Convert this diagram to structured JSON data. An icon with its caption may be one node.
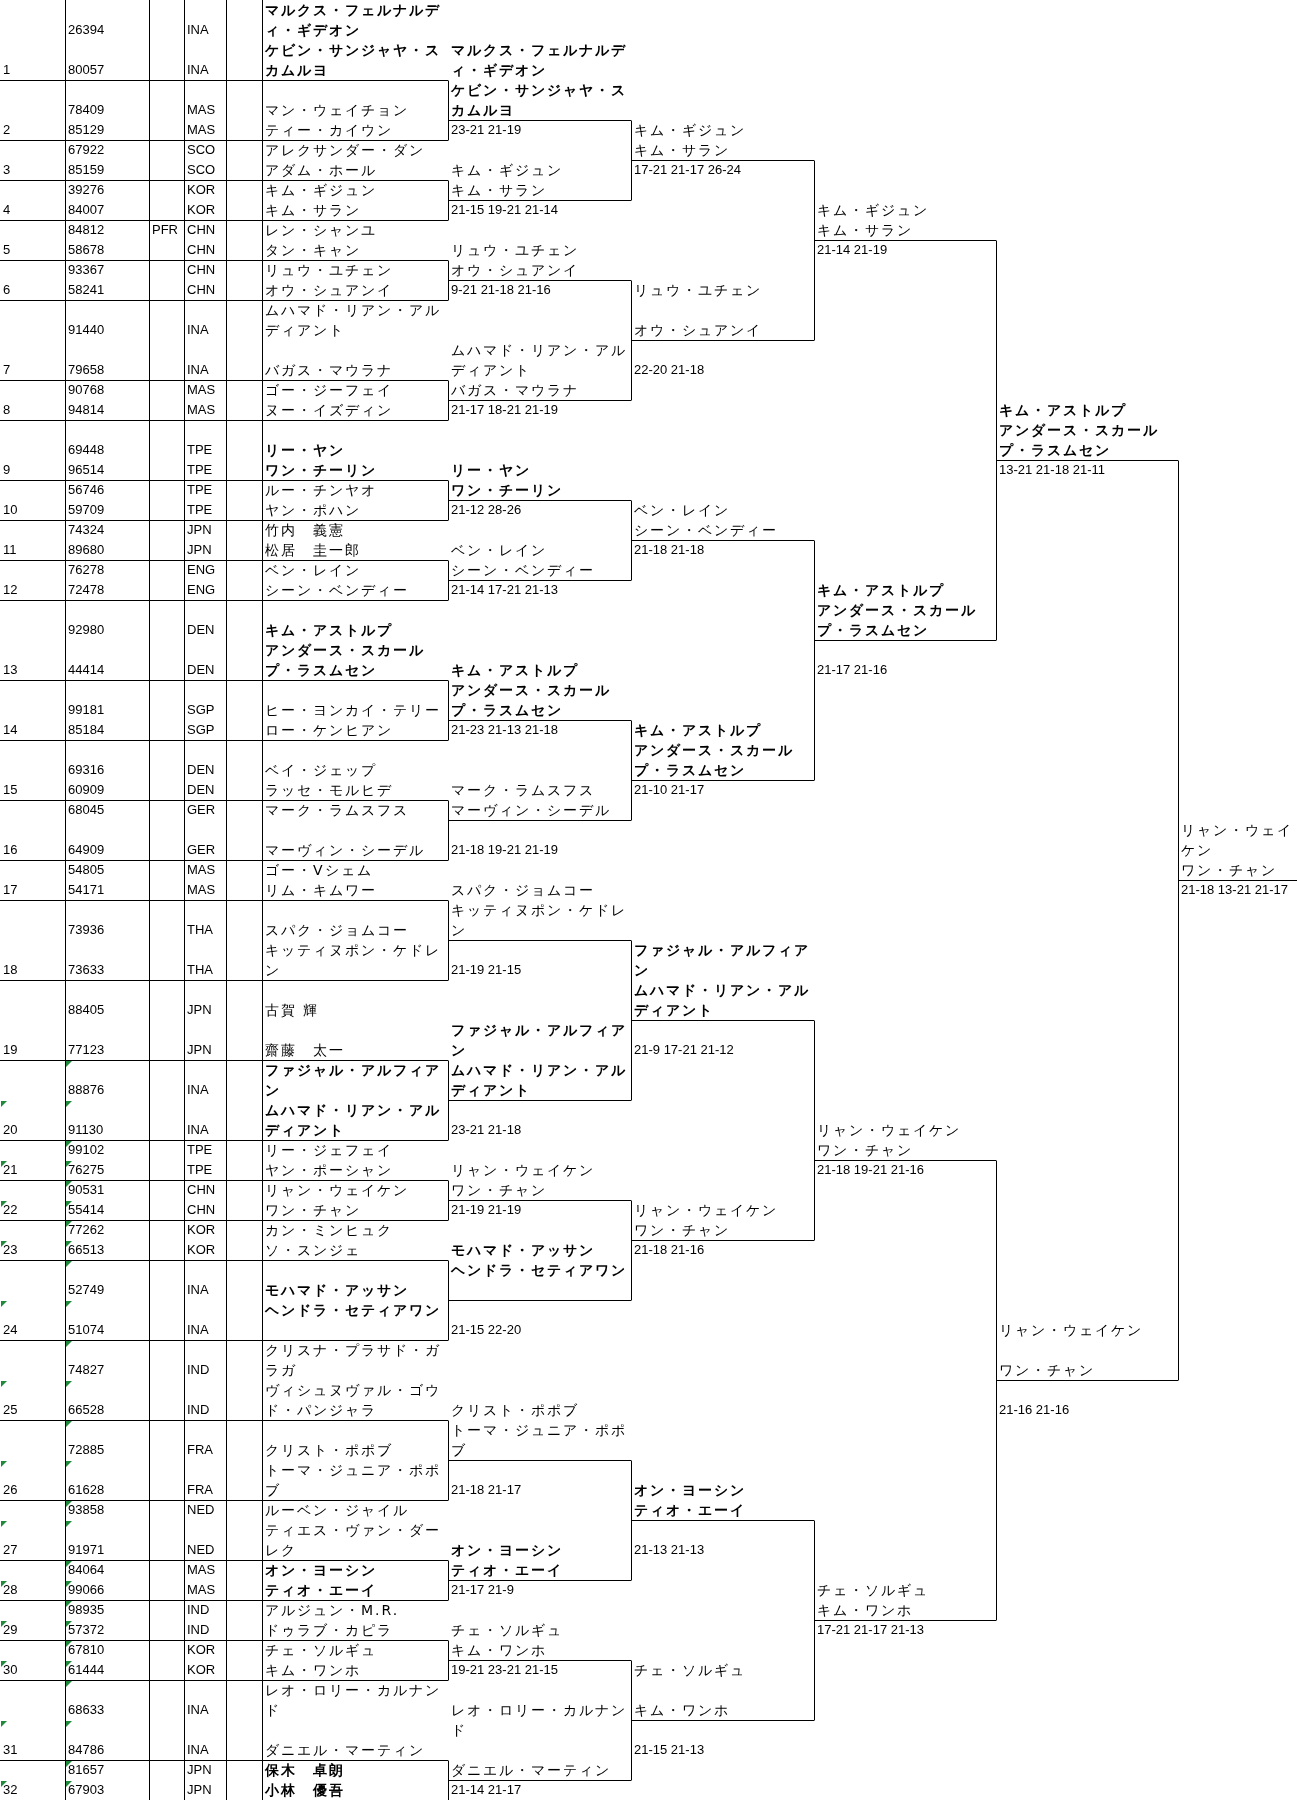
{
  "diagram": {
    "nodes": [
      {
        "text": [
          "マルクス・フェルナルディ・ギデオン",
          "ケビン・サンジャヤ・スカムルヨ"
        ]
      },
      {
        "text": [
          "マン・ウェイチョン",
          "ティー・カイウン"
        ]
      },
      {
        "text": [
          "アレクサンダー・ダン",
          "アダム・ホール"
        ]
      },
      {
        "text": [
          "キム・ギジュン",
          "キム・サラン"
        ]
      },
      {
        "text": [
          "レン・シャンユ",
          "タン・キャン"
        ]
      },
      {
        "text": [
          "リュウ・ユチェン",
          "オウ・シュアンイ"
        ]
      },
      {
        "text": [
          "ムハマド・リアン・アルディアント",
          "バガス・マウラナ"
        ]
      },
      {
        "text": [
          "ゴー・ジーフェイ",
          "ヌー・イズディン"
        ]
      },
      {
        "text": [
          "リー・ヤン",
          "ワン・チーリン"
        ]
      },
      {
        "text": [
          "ルー・チンヤオ",
          "ヤン・ポハン"
        ]
      },
      {
        "text": [
          "竹内　義憲",
          "松居　圭一郎"
        ]
      },
      {
        "text": [
          "ベン・レイン",
          "シーン・ベンディー"
        ]
      },
      {
        "text": [
          "キム・アストルプ",
          "アンダース・スカールプ・ラスムセン"
        ]
      },
      {
        "text": [
          "ヒー・ヨンカイ・テリー",
          "ロー・ケンヒアン"
        ]
      },
      {
        "text": [
          "ベイ・ジェップ",
          "ラッセ・モルヒデ"
        ]
      },
      {
        "text": [
          "マーク・ラムスフス",
          "マーヴィン・シーデル"
        ]
      },
      {
        "text": [
          "ゴー・Vシェム",
          "リム・キムワー"
        ]
      },
      {
        "text": [
          "スパク・ジョムコー",
          "キッティヌポン・ケドレン"
        ]
      },
      {
        "text": [
          "古賀 輝",
          "齋藤　太一"
        ]
      },
      {
        "text": [
          "ファジャル・アルフィアン",
          "ムハマド・リアン・アルディアント"
        ]
      },
      {
        "text": [
          "リー・ジェフェイ",
          "ヤン・ポーシャン"
        ]
      },
      {
        "text": [
          "リャン・ウェイケン",
          "ワン・チャン"
        ]
      },
      {
        "text": [
          "カン・ミンヒュク",
          "ソ・スンジェ"
        ]
      },
      {
        "text": [
          "モハマド・アッサン",
          "ヘンドラ・セティアワン"
        ]
      },
      {
        "text": [
          "クリスナ・プラサド・ガラガ",
          "ヴィシュヌヴァル・ゴウド・パンジャラ"
        ]
      },
      {
        "text": [
          "クリスト・ポポブ",
          "トーマ・ジュニア・ポポブ"
        ]
      },
      {
        "text": [
          "ルーベン・ジャイル",
          "ティエス・ヴァン・ダーレク"
        ]
      },
      {
        "text": [
          "オン・ヨーシン",
          "ティオ・エーイ"
        ]
      },
      {
        "text": [
          "アルジュン・M.R.",
          "ドゥラブ・カピラ"
        ]
      },
      {
        "text": [
          "チェ・ソルギュ",
          "キム・ワンホ"
        ]
      },
      {
        "text": [
          "レオ・ロリー・カルナンド",
          "ダニエル・マーティン"
        ]
      },
      {
        "text": [
          "保木　卓朗",
          "小林　優吾"
        ]
      },
      {
        "text": [
          "マルクス・フェルナルディ・ギデオン",
          "ケビン・サンジャヤ・スカムルヨ"
        ],
        "beside": [
          "23-21 21-19"
        ]
      },
      {
        "text": [
          "キム・ギジュン",
          "キム・サラン"
        ],
        "beside": [
          "21-15 19-21 21-14"
        ]
      },
      {
        "text": [
          "リュウ・ユチェン",
          "オウ・シュアンイ"
        ],
        "beside": [
          "9-21 21-18 21-16"
        ]
      },
      {
        "text": [
          "ムハマド・リアン・アルディアント",
          "バガス・マウラナ"
        ],
        "beside": [
          "21-17 18-21 21-19"
        ]
      },
      {
        "text": [
          "リー・ヤン",
          "ワン・チーリン"
        ],
        "beside": [
          "21-12 28-26"
        ]
      },
      {
        "text": [
          "ベン・レイン",
          "シーン・ベンディー"
        ],
        "beside": [
          "21-14 17-21 21-13"
        ]
      },
      {
        "text": [
          "キム・アストルプ",
          "アンダース・スカールプ・ラスムセン"
        ],
        "beside": [
          "21-23 21-13 21-18"
        ]
      },
      {
        "text": [
          "マーク・ラムスフス",
          "マーヴィン・シーデル"
        ]
      },
      {
        "text": [
          "スパク・ジョムコー",
          "キッティヌポン・ケドレン"
        ]
      },
      {
        "text": [
          "ファジャル・アルフィアン",
          "ムハマド・リアン・アルディアント"
        ]
      },
      {
        "text": [
          "リャン・ウェイケン",
          "ワン・チャン"
        ],
        "beside": [
          "21-19 21-19"
        ]
      },
      {
        "text": [
          "モハマド・アッサン",
          "ヘンドラ・セティアワン"
        ]
      },
      {
        "text": [
          "クリスト・ポポブ",
          "トーマ・ジュニア・ポポブ"
        ]
      },
      {
        "text": [
          "オン・ヨーシン",
          "ティオ・エーイ"
        ],
        "beside": [
          "21-17 21-9"
        ]
      },
      {
        "text": [
          "チェ・ソルギュ",
          "キム・ワンホ"
        ],
        "beside": [
          "19-21 23-21 21-15"
        ]
      },
      {
        "text": [
          "レオ・ロリー・カルナンド",
          "ダニエル・マーティン"
        ],
        "beside": [
          "21-14 21-17"
        ]
      },
      {
        "text": [
          "キム・ギジュン",
          "キム・サラン"
        ],
        "beside": [
          "17-21 21-17 26-24"
        ]
      },
      {
        "text": [
          "リュウ・ユチェン",
          "オウ・シュアンイ"
        ]
      },
      {
        "text": [
          "ベン・レイン",
          "シーン・ベンディー"
        ],
        "beside": [
          "21-18 21-18"
        ]
      },
      {
        "text": [
          "キム・アストルプ",
          "アンダース・スカールプ・ラスムセン"
        ],
        "beside": [
          "21-10 21-17"
        ]
      },
      {
        "text": [
          "ファジャル・アルフィアン",
          "ムハマド・リアン・アルディアント"
        ]
      },
      {
        "text": [
          "リャン・ウェイケン",
          "ワン・チャン"
        ],
        "beside": [
          "21-18 21-16"
        ]
      },
      {
        "text": [
          "オン・ヨーシン",
          "ティオ・エーイ"
        ]
      },
      {
        "text": [
          "チェ・ソルギュ",
          "キム・ワンホ"
        ]
      },
      {
        "text": [
          "キム・ギジュン",
          "キム・サラン"
        ],
        "beside": [
          "21-14 21-19"
        ]
      },
      {
        "text": [
          "キム・アストルプ",
          "アンダース・スカールプ・ラスムセン"
        ],
        "beside": [
          "21-17 21-16"
        ]
      },
      {
        "text": [
          "リャン・ウェイケン",
          "ワン・チャン"
        ],
        "beside": [
          "21-18 19-21 21-16"
        ]
      },
      {
        "text": [
          "チェ・ソルギュ",
          "キム・ワンホ"
        ],
        "beside": [
          "17-21 21-17 21-13"
        ]
      },
      {
        "text": [
          "キム・アストルプ",
          "アンダース・スカールプ・ラスムセン"
        ],
        "beside": [
          "13-21 21-18 21-11"
        ]
      },
      {
        "text": [
          "リャン・ウェイケン",
          "ワン・チャン"
        ],
        "beside": [
          "21-16 21-16"
        ]
      },
      {
        "text": [
          "リャン・ウェイケン",
          "ワン・チャン"
        ],
        "beside": [
          "21-18 13-21 21-17"
        ]
      }
    ],
    "edges": [
      {
        "from": 0,
        "to": 32,
        "arrow": "none"
      },
      {
        "from": 1,
        "to": 32,
        "arrow": "none"
      },
      {
        "from": 2,
        "to": 33,
        "arrow": "none"
      },
      {
        "from": 3,
        "to": 33,
        "arrow": "none"
      },
      {
        "from": 4,
        "to": 34,
        "arrow": "none"
      },
      {
        "from": 5,
        "to": 34,
        "arrow": "none"
      },
      {
        "from": 6,
        "to": 35,
        "arrow": "none"
      },
      {
        "from": 7,
        "to": 35,
        "arrow": "none"
      },
      {
        "from": 8,
        "to": 36,
        "arrow": "none"
      },
      {
        "from": 9,
        "to": 36,
        "arrow": "none"
      },
      {
        "from": 10,
        "to": 37,
        "arrow": "none"
      },
      {
        "from": 11,
        "to": 37,
        "arrow": "none"
      },
      {
        "from": 12,
        "to": 38,
        "arrow": "none"
      },
      {
        "from": 13,
        "to": 38,
        "arrow": "none"
      },
      {
        "from": 14,
        "to": 39,
        "arrow": "none"
      },
      {
        "from": 15,
        "to": 39,
        "arrow": "none"
      },
      {
        "from": 16,
        "to": 40,
        "arrow": "none"
      },
      {
        "from": 17,
        "to": 40,
        "arrow": "none"
      },
      {
        "from": 18,
        "to": 41,
        "arrow": "none"
      },
      {
        "from": 19,
        "to": 41,
        "arrow": "none"
      },
      {
        "from": 20,
        "to": 42,
        "arrow": "none"
      },
      {
        "from": 21,
        "to": 42,
        "arrow": "none"
      },
      {
        "from": 22,
        "to": 43,
        "arrow": "none"
      },
      {
        "from": 23,
        "to": 43,
        "arrow": "none"
      },
      {
        "from": 24,
        "to": 44,
        "arrow": "none"
      },
      {
        "from": 25,
        "to": 44,
        "arrow": "none"
      },
      {
        "from": 26,
        "to": 45,
        "arrow": "none"
      },
      {
        "from": 27,
        "to": 45,
        "arrow": "none"
      },
      {
        "from": 28,
        "to": 46,
        "arrow": "none"
      },
      {
        "from": 29,
        "to": 46,
        "arrow": "none"
      },
      {
        "from": 30,
        "to": 47,
        "arrow": "none"
      },
      {
        "from": 31,
        "to": 47,
        "arrow": "none"
      },
      {
        "from": 32,
        "to": 48,
        "arrow": "none"
      },
      {
        "from": 33,
        "to": 48,
        "arrow": "none"
      },
      {
        "from": 34,
        "to": 49,
        "arrow": "none"
      },
      {
        "from": 35,
        "to": 49,
        "arrow": "none"
      },
      {
        "from": 36,
        "to": 50,
        "arrow": "none"
      },
      {
        "from": 37,
        "to": 50,
        "arrow": "none"
      },
      {
        "from": 38,
        "to": 51,
        "arrow": "none"
      },
      {
        "from": 39,
        "to": 51,
        "arrow": "none"
      },
      {
        "from": 40,
        "to": 52,
        "arrow": "none"
      },
      {
        "from": 41,
        "to": 52,
        "arrow": "none"
      },
      {
        "from": 42,
        "to": 53,
        "arrow": "none"
      },
      {
        "from": 43,
        "to": 53,
        "arrow": "none"
      },
      {
        "from": 44,
        "to": 54,
        "arrow": "none"
      },
      {
        "from": 45,
        "to": 54,
        "arrow": "none"
      },
      {
        "from": 46,
        "to": 55,
        "arrow": "none"
      },
      {
        "from": 47,
        "to": 55,
        "arrow": "none"
      },
      {
        "from": 48,
        "to": 56,
        "arrow": "none"
      },
      {
        "from": 49,
        "to": 56,
        "arrow": "none"
      },
      {
        "from": 50,
        "to": 57,
        "arrow": "none"
      },
      {
        "from": 51,
        "to": 57,
        "arrow": "none"
      },
      {
        "from": 52,
        "to": 58,
        "arrow": "none"
      },
      {
        "from": 53,
        "to": 58,
        "arrow": "none"
      },
      {
        "from": 54,
        "to": 59,
        "arrow": "none"
      },
      {
        "from": 55,
        "to": 59,
        "arrow": "none"
      },
      {
        "from": 56,
        "to": 60,
        "arrow": "none"
      },
      {
        "from": 57,
        "to": 60,
        "arrow": "none"
      },
      {
        "from": 58,
        "to": 61,
        "arrow": "none"
      },
      {
        "from": 59,
        "to": 61,
        "arrow": "none"
      },
      {
        "from": 60,
        "to": 62,
        "arrow": "none"
      },
      {
        "from": 61,
        "to": 62,
        "arrow": "none"
      }
    ],
    "labels": [
      "26394",
      "INA",
      "1",
      "80057",
      "INA",
      "78409",
      "MAS",
      "2",
      "85129",
      "MAS",
      "67922",
      "SCO",
      "3",
      "85159",
      "SCO",
      "39276",
      "KOR",
      "4",
      "84007",
      "KOR",
      "84812",
      "PFR",
      "CHN",
      "5",
      "58678",
      "CHN",
      "93367",
      "CHN",
      "6",
      "58241",
      "CHN",
      "91440",
      "INA",
      "7",
      "79658",
      "INA",
      "90768",
      "MAS",
      "8",
      "94814",
      "MAS",
      "69448",
      "TPE",
      "9",
      "96514",
      "TPE",
      "56746",
      "TPE",
      "10",
      "59709",
      "TPE",
      "74324",
      "JPN",
      "11",
      "89680",
      "JPN",
      "76278",
      "ENG",
      "12",
      "72478",
      "ENG",
      "92980",
      "DEN",
      "13",
      "44414",
      "DEN",
      "99181",
      "SGP",
      "14",
      "85184",
      "SGP",
      "69316",
      "DEN",
      "15",
      "60909",
      "DEN",
      "68045",
      "GER",
      "16",
      "64909",
      "GER",
      "54805",
      "MAS",
      "17",
      "54171",
      "MAS",
      "73936",
      "THA",
      "18",
      "73633",
      "THA",
      "88405",
      "JPN",
      "19",
      "77123",
      "JPN",
      "88876",
      "INA",
      "20",
      "91130",
      "INA",
      "99102",
      "TPE",
      "21",
      "76275",
      "TPE",
      "90531",
      "CHN",
      "22",
      "55414",
      "CHN",
      "77262",
      "KOR",
      "23",
      "66513",
      "KOR",
      "52749",
      "INA",
      "24",
      "51074",
      "INA",
      "74827",
      "IND",
      "25",
      "66528",
      "IND",
      "72885",
      "FRA",
      "26",
      "61628",
      "FRA",
      "93858",
      "NED",
      "27",
      "91971",
      "NED",
      "84064",
      "MAS",
      "28",
      "99066",
      "MAS",
      "98935",
      "IND",
      "29",
      "57372",
      "IND",
      "67810",
      "KOR",
      "30",
      "61444",
      "KOR",
      "68633",
      "INA",
      "31",
      "84786",
      "INA",
      "81657",
      "JPN",
      "32",
      "67903",
      "JPN",
      "22-20 21-18",
      "21-18 19-21 21-19",
      "21-19 21-15",
      "21-9 17-21 21-12",
      "23-21 21-18",
      "21-15 22-20",
      "21-18 21-17",
      "21-13 21-13",
      "21-15 21-13"
    ]
  }
}
